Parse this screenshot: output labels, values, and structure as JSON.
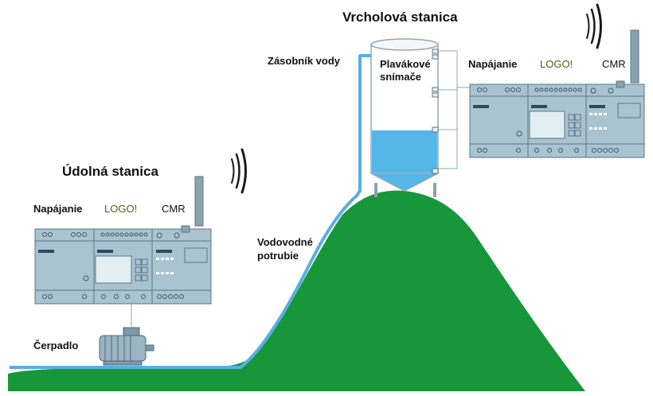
{
  "valley_station": {
    "title": "Údolná stanica",
    "power_label": "Napájanie",
    "logo_label": "LOGO!",
    "cmr_label": "CMR"
  },
  "summit_station": {
    "title": "Vrcholová stanica",
    "power_label": "Napájanie",
    "logo_label": "LOGO!",
    "cmr_label": "CMR"
  },
  "labels": {
    "reservoir": "Zásobník vody",
    "float_sensors_line1": "Plavákové",
    "float_sensors_line2": "snímače",
    "pipeline_line1": "Vodovodné",
    "pipeline_line2": "potrubie",
    "pump": "Čerpadlo"
  },
  "colors": {
    "hill": "#17973a",
    "pipe": "#5aaee2",
    "water": "#55b7e8",
    "device": "#a9c3d0",
    "device_dark": "#7d9bac",
    "display": "#e3eef3"
  }
}
